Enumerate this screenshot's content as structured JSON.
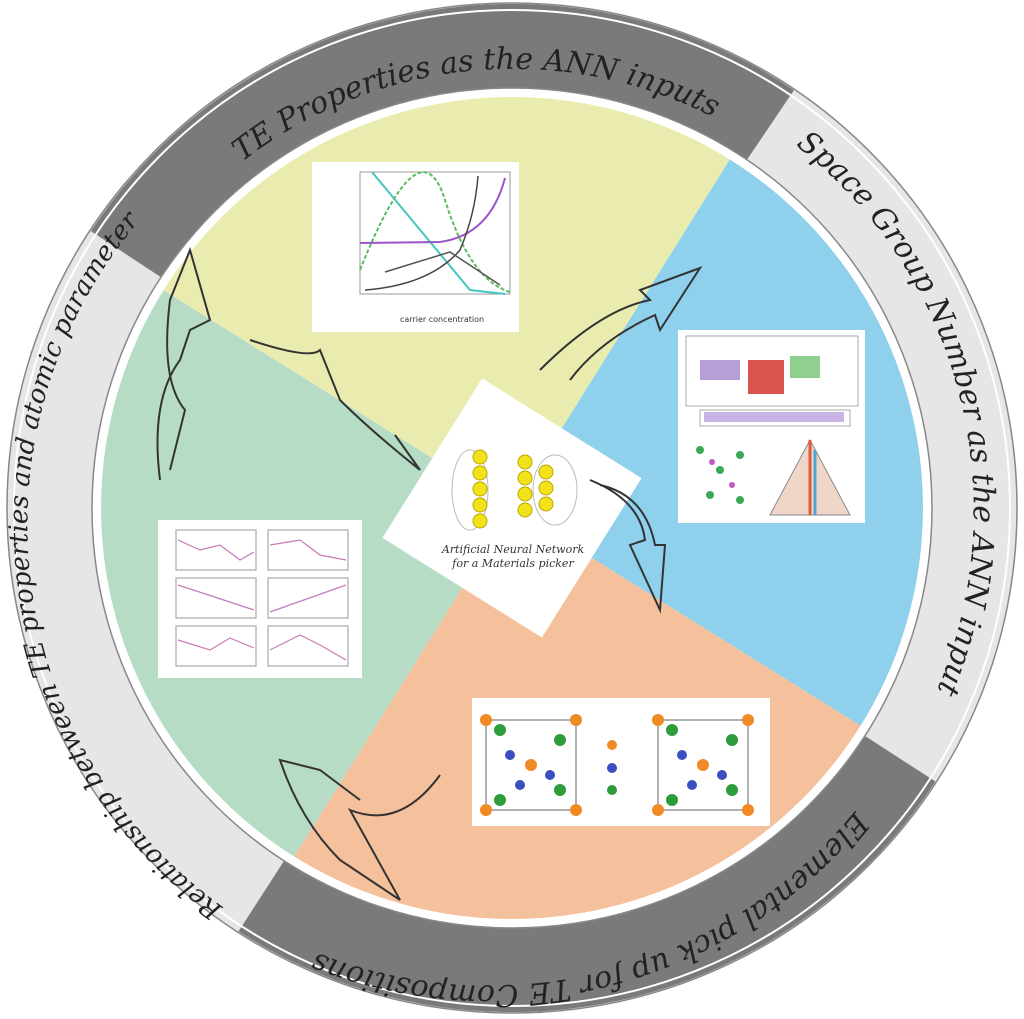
{
  "ring_labels": {
    "top": "TE Properties as the ANN inputs",
    "right": "Space Group Number as the ANN input",
    "bottom": "Elemental pick up for TE Compositions",
    "left": "Relationship between TE properties and atomic parameters"
  },
  "center": {
    "line1": "Artificial Neural Network",
    "line2": "for a Materials picker"
  },
  "te_chart": {
    "xlabel": "carrier concentration"
  },
  "colors": {
    "ring_dark": "#7a7a7a",
    "ring_light": "#e6e6e6",
    "yellow": "#e9ecae",
    "blue": "#8fd0ec",
    "orange": "#f5c19c",
    "green": "#b7dcc6",
    "node": "#f2e21a"
  }
}
